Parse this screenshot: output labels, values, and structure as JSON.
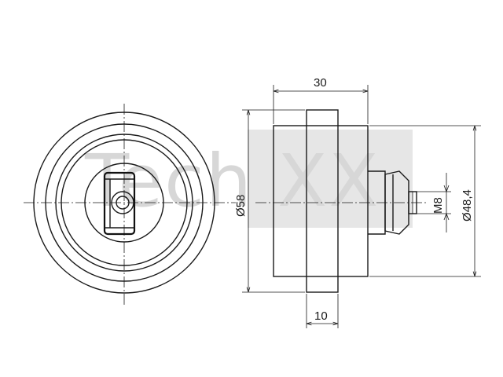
{
  "watermark": {
    "text": "Tech XX",
    "color": "#d7d7d7"
  },
  "dimensions": {
    "width_top": "30",
    "width_bottom": "10",
    "outer_diameter": "Ø58",
    "bolt_thread": "M8",
    "inner_diameter": "Ø48,4"
  },
  "colors": {
    "line": "#1a1a1a",
    "background": "#ffffff"
  }
}
